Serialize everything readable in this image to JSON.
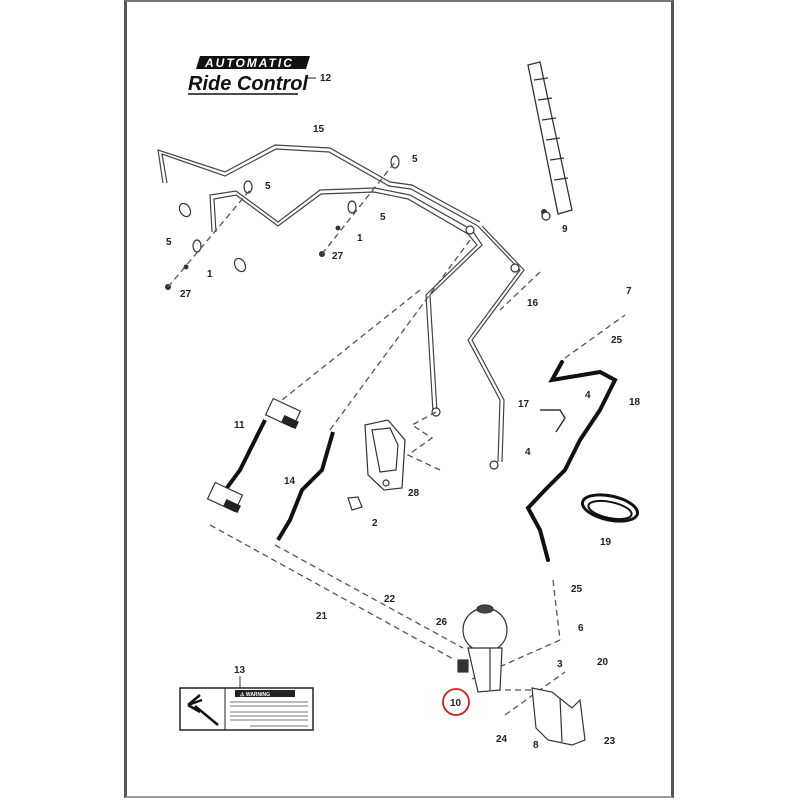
{
  "diagram": {
    "title": "Automatic Ride Control exploded parts diagram",
    "logo": {
      "line1": "AUTOMATIC",
      "line2": "Ride Control",
      "callout": "12"
    },
    "highlight_color": "#cc2222",
    "highlighted_part": "10",
    "warning_decal": {
      "callout": "13",
      "title": "⚠ WARNING"
    },
    "callouts": [
      {
        "id": "c15",
        "label": "15"
      },
      {
        "id": "c5a",
        "label": "5"
      },
      {
        "id": "c5b",
        "label": "5"
      },
      {
        "id": "c5c",
        "label": "5"
      },
      {
        "id": "c5d",
        "label": "5"
      },
      {
        "id": "c1a",
        "label": "1"
      },
      {
        "id": "c1b",
        "label": "1"
      },
      {
        "id": "c27a",
        "label": "27"
      },
      {
        "id": "c27b",
        "label": "27"
      },
      {
        "id": "c9",
        "label": "9"
      },
      {
        "id": "c16",
        "label": "16"
      },
      {
        "id": "c7",
        "label": "7"
      },
      {
        "id": "c25a",
        "label": "25"
      },
      {
        "id": "c18",
        "label": "18"
      },
      {
        "id": "c17",
        "label": "17"
      },
      {
        "id": "c4a",
        "label": "4"
      },
      {
        "id": "c4b",
        "label": "4"
      },
      {
        "id": "c11",
        "label": "11"
      },
      {
        "id": "c14",
        "label": "14"
      },
      {
        "id": "c28",
        "label": "28"
      },
      {
        "id": "c2",
        "label": "2"
      },
      {
        "id": "c19",
        "label": "19"
      },
      {
        "id": "c25b",
        "label": "25"
      },
      {
        "id": "c6",
        "label": "6"
      },
      {
        "id": "c21",
        "label": "21"
      },
      {
        "id": "c22",
        "label": "22"
      },
      {
        "id": "c26",
        "label": "26"
      },
      {
        "id": "c3",
        "label": "3"
      },
      {
        "id": "c20",
        "label": "20"
      },
      {
        "id": "c10",
        "label": "10"
      },
      {
        "id": "c24",
        "label": "24"
      },
      {
        "id": "c8",
        "label": "8"
      },
      {
        "id": "c23",
        "label": "23"
      }
    ]
  }
}
